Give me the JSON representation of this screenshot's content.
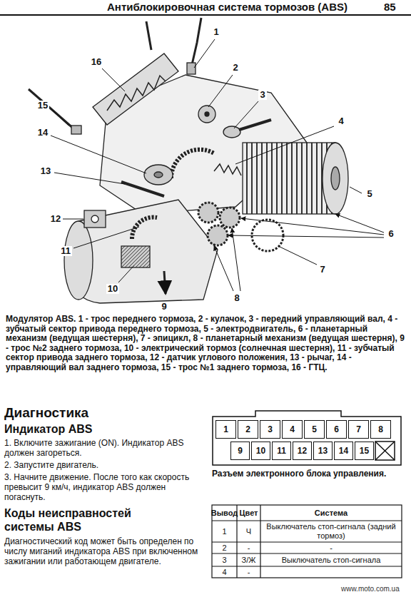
{
  "diagram": {
    "title": "Антиблокировочная система тормозов (ABS)",
    "caption": "Модулятор ABS. 1 - трос переднего тормоза, 2 - кулачок, 3 - передний управляющий вал, 4 - зубчатый сектор привода переднего тормоза, 5 - электродвигатель, 6 - планетарный механизм (ведущая шестерня), 7 - эпицикл, 8 - планетарный механизм (ведущая шестерня), 9 - трос №2 заднего тормоза, 10 - электрический тормоз (солнечная шестерня), 11 - зубчатый сектор привода заднего тормоза, 12 - датчик углового положения, 13 - рычаг, 14 - управляющий вал заднего тормоза, 15 - трос №1 заднего тормоза, 16 - ГТЦ.",
    "nodes": [
      {
        "text": [
          "1"
        ]
      },
      {
        "text": [
          "2"
        ]
      },
      {
        "text": [
          "3"
        ]
      },
      {
        "text": [
          "4"
        ]
      },
      {
        "text": [
          "5"
        ]
      },
      {
        "text": [
          "6"
        ]
      },
      {
        "text": [
          "7"
        ]
      },
      {
        "text": [
          "8"
        ]
      },
      {
        "text": [
          "9"
        ]
      },
      {
        "text": [
          "10"
        ]
      },
      {
        "text": [
          "11"
        ]
      },
      {
        "text": [
          "12"
        ]
      },
      {
        "text": [
          "13"
        ]
      },
      {
        "text": [
          "14"
        ]
      },
      {
        "text": [
          "15"
        ]
      }
    ],
    "labels": [
      "85",
      "1",
      "2",
      "3",
      "4",
      "5",
      "6",
      "7",
      "8",
      "9",
      "10",
      "11",
      "12",
      "13",
      "14",
      "15",
      "16",
      "Диагностика",
      "Индикатор ABS",
      "1. Включите зажигание (ON). Индикатор ABS должен загореться.",
      "2. Запустите двигатель.",
      "3. Начните движение. После того как скорость превысит 9 км/ч, индикатор ABS должен погаснуть.",
      "Коды неисправностей системы ABS",
      "Диагностический код может быть определен по числу миганий индикатора ABS при включенном зажигании или работающем двигателе.",
      "Разъем электронного блока управления.",
      "Вывод",
      "Цвет",
      "Система",
      "1",
      "Ч",
      "Выключатель стоп-сигнала (задний тормоз)",
      "2",
      "-",
      "-",
      "3",
      "З/Ж",
      "Выключатель стоп-сигнала",
      "4",
      "-",
      "www.moto.com.ua"
    ]
  }
}
